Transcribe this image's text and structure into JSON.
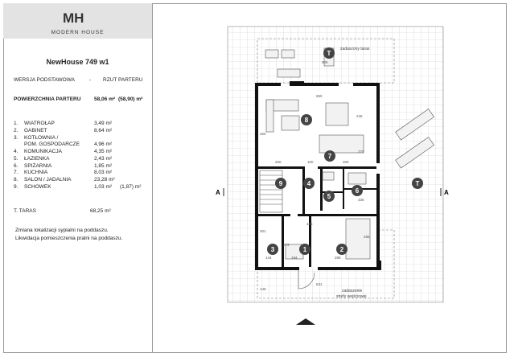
{
  "brand": {
    "mark": "MH",
    "name": "MODERN HOUSE"
  },
  "title": "NewHouse 749 w1",
  "header": {
    "version": "WERSJA PODSTAWOWA",
    "dash": "-",
    "floor": "RZUT PARTERU"
  },
  "area": {
    "label": "POWIERZCHNIA PARTERU",
    "value": "58,06 m²",
    "alt": "(58,90) m²"
  },
  "rooms": [
    {
      "num": "1.",
      "name": "WIATROŁAP",
      "area": "3,49 m²",
      "alt": ""
    },
    {
      "num": "2.",
      "name": "GABINET",
      "area": "8,64 m²",
      "alt": ""
    },
    {
      "num": "3.",
      "name": "KOTŁOWNIA /",
      "area": "",
      "alt": ""
    },
    {
      "num": "",
      "name": "POM. GOSPODARCZE",
      "area": "4,96 m²",
      "alt": ""
    },
    {
      "num": "4.",
      "name": "KOMUNIKACJA",
      "area": "4,35 m²",
      "alt": ""
    },
    {
      "num": "5.",
      "name": "ŁAZIENKA",
      "area": "2,43 m²",
      "alt": ""
    },
    {
      "num": "6.",
      "name": "SPIŻARNIA",
      "area": "1,85 m²",
      "alt": ""
    },
    {
      "num": "7.",
      "name": "KUCHNIA",
      "area": "8,03 m²",
      "alt": ""
    },
    {
      "num": "8.",
      "name": "SALON / JADALNIA",
      "area": "23,28 m²",
      "alt": ""
    },
    {
      "num": "9.",
      "name": "SCHOWEK",
      "area": "1,03 m²",
      "alt": "(1,87) m²"
    }
  ],
  "terrace": {
    "label": "T.  TARAS",
    "area": "68,25 m²"
  },
  "notes": [
    "Zmiana lokalizacji sypialni na poddaszu.",
    "Likwidacja pomieszczenia pralni na poddaszu."
  ],
  "plan": {
    "section_left": "A",
    "section_right": "A",
    "labels": {
      "roofed_terrace": "zadaszony taras",
      "roofed_entrance": "zadaszenie",
      "entrance_zone": "strefy wejściowej"
    },
    "markers": [
      "T",
      "8",
      "7",
      "9",
      "4",
      "5",
      "6",
      "3",
      "1",
      "2",
      "T"
    ],
    "dims": [
      "909",
      "650",
      "245",
      "450",
      "275",
      "250",
      "100",
      "300",
      "215",
      "185",
      "301",
      "144",
      "194",
      "288",
      "631",
      "146",
      "285",
      "273",
      "160",
      "185",
      "260",
      "335",
      "110"
    ]
  },
  "colors": {
    "panel_bg": "#e3e3e3",
    "wall": "#111111",
    "marker": "#444444"
  }
}
